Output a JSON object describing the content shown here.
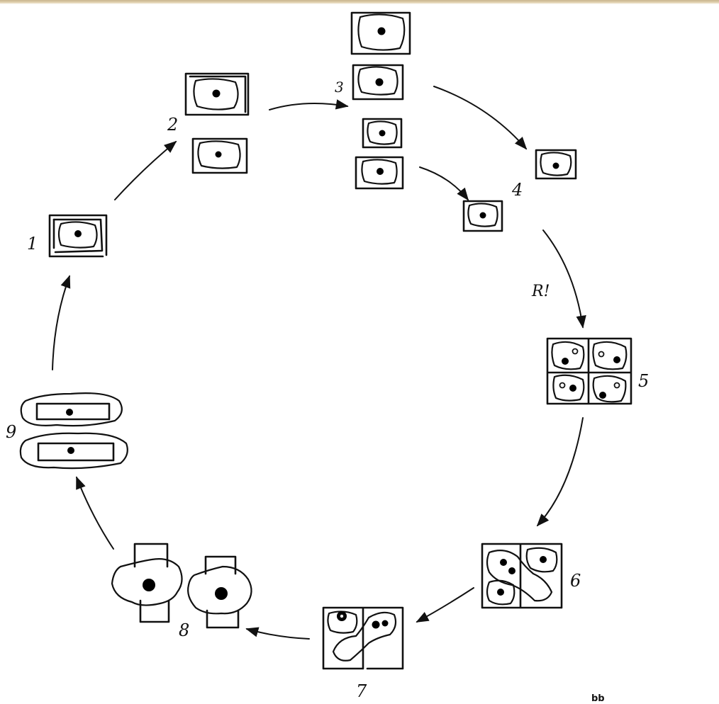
{
  "stage_labels": [
    "1",
    "2",
    "3",
    "4",
    "5",
    "6",
    "7",
    "8",
    "9"
  ],
  "annotation": "R!",
  "signature": "bb",
  "colors": {
    "ink": "#111111",
    "background": "#ffffff",
    "top_band": "#d8c6a0"
  }
}
